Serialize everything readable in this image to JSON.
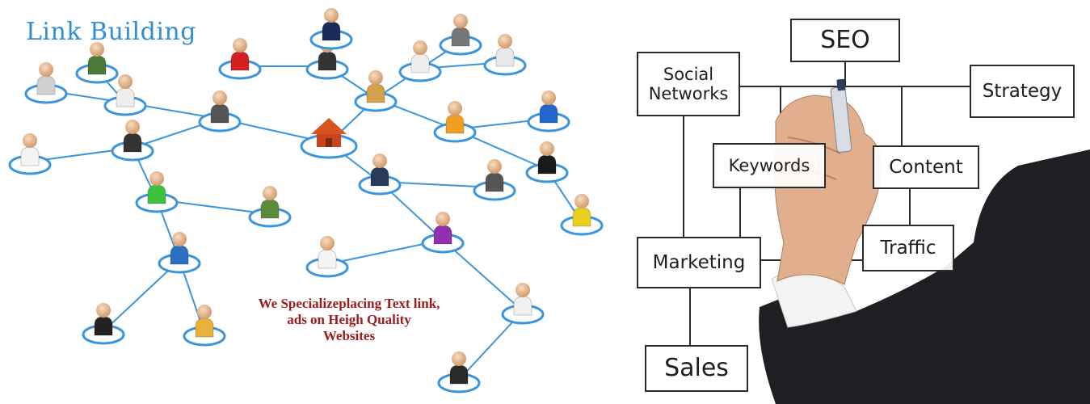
{
  "colors": {
    "accent": "#2f8fd6",
    "tagline": "#9c1c1c",
    "ring": "#3a95dc",
    "roof": "#d9531e"
  },
  "left_panel": {
    "title": "Link Building",
    "tagline_lines": [
      "We Specializeplacing Text link,",
      "ads on Heigh Quality",
      "Websites"
    ],
    "hub_icon": "house-icon",
    "person_icon": "person-icon"
  },
  "right_panel": {
    "boxes": [
      {
        "key": "seo",
        "label": "SEO"
      },
      {
        "key": "social",
        "label": "Social\nNetworks"
      },
      {
        "key": "strategy",
        "label": "Strategy"
      },
      {
        "key": "keywords",
        "label": "Keywords"
      },
      {
        "key": "content",
        "label": "Content"
      },
      {
        "key": "marketing",
        "label": "Marketing"
      },
      {
        "key": "traffic",
        "label": "Traffic"
      },
      {
        "key": "sales",
        "label": "Sales"
      }
    ],
    "illustration_icon": "businessman-hand-with-marker-icon"
  }
}
